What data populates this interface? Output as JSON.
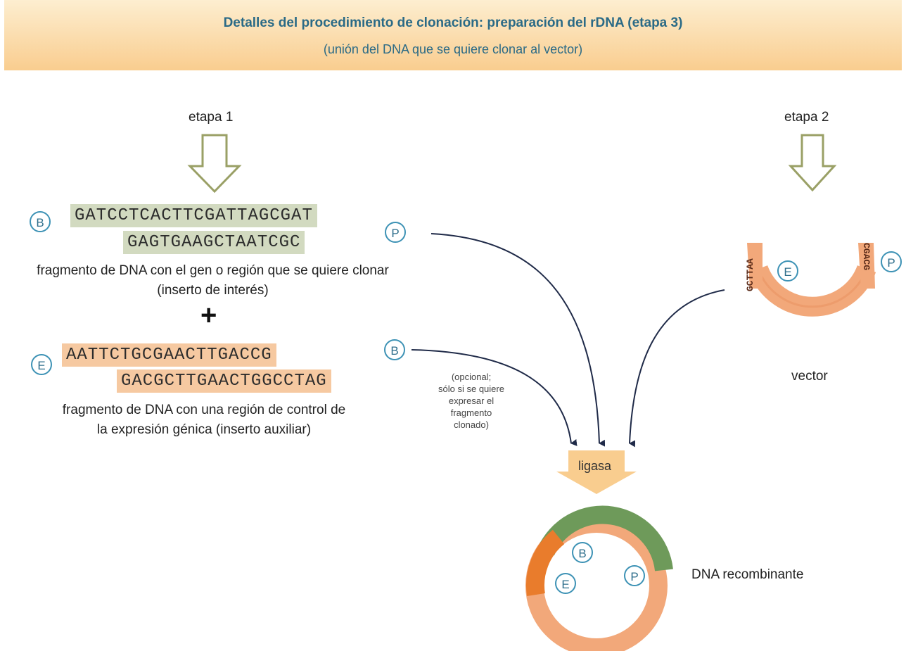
{
  "header": {
    "title": "Detalles del procedimiento de clonación: preparación del rDNA (etapa 3)",
    "subtitle": "(unión del DNA que se quiere clonar al vector)"
  },
  "steps": {
    "step1": "etapa 1",
    "step2": "etapa 2"
  },
  "insert_of_interest": {
    "top_strand": "GATCCTCACTTCGATTAGCGAT",
    "bottom_strand": "GAGTGAAGCTAATCGC",
    "left_site": "B",
    "right_site": "P",
    "caption_line1": "fragmento de DNA con el gen o región que se quiere clonar",
    "caption_line2": "(inserto de interés)"
  },
  "plus_sign": "+",
  "auxiliary_insert": {
    "top_strand": "AATTCTGCGAACTTGACCG",
    "bottom_strand": "GACGCTTGAACTGGCCTAG",
    "left_site": "E",
    "right_site": "B",
    "caption_line1": "fragmento de DNA con una región de control de",
    "caption_line2": "la expresión génica (inserto auxiliar)"
  },
  "optional_note": [
    "(opcional;",
    "sólo si se quiere",
    "expresar el",
    "fragmento",
    "clonado)"
  ],
  "vector": {
    "label": "vector",
    "left_end_text": "GCTTAA",
    "right_end_text": "CGACG",
    "site_e": "E",
    "site_p": "P"
  },
  "ligase": "ligasa",
  "recombinant": {
    "label": "DNA recombinante",
    "site_b": "B",
    "site_e": "E",
    "site_p": "P"
  },
  "colors": {
    "title": "#2a6a86",
    "site_circle": "#3d92b5",
    "insert_green": "#d2dac0",
    "insert_orange": "#f6c9a1",
    "plasmid_salmon": "#f2a87a",
    "plasmid_green": "#6e9a5a",
    "plasmid_orange": "#e97c2c"
  }
}
